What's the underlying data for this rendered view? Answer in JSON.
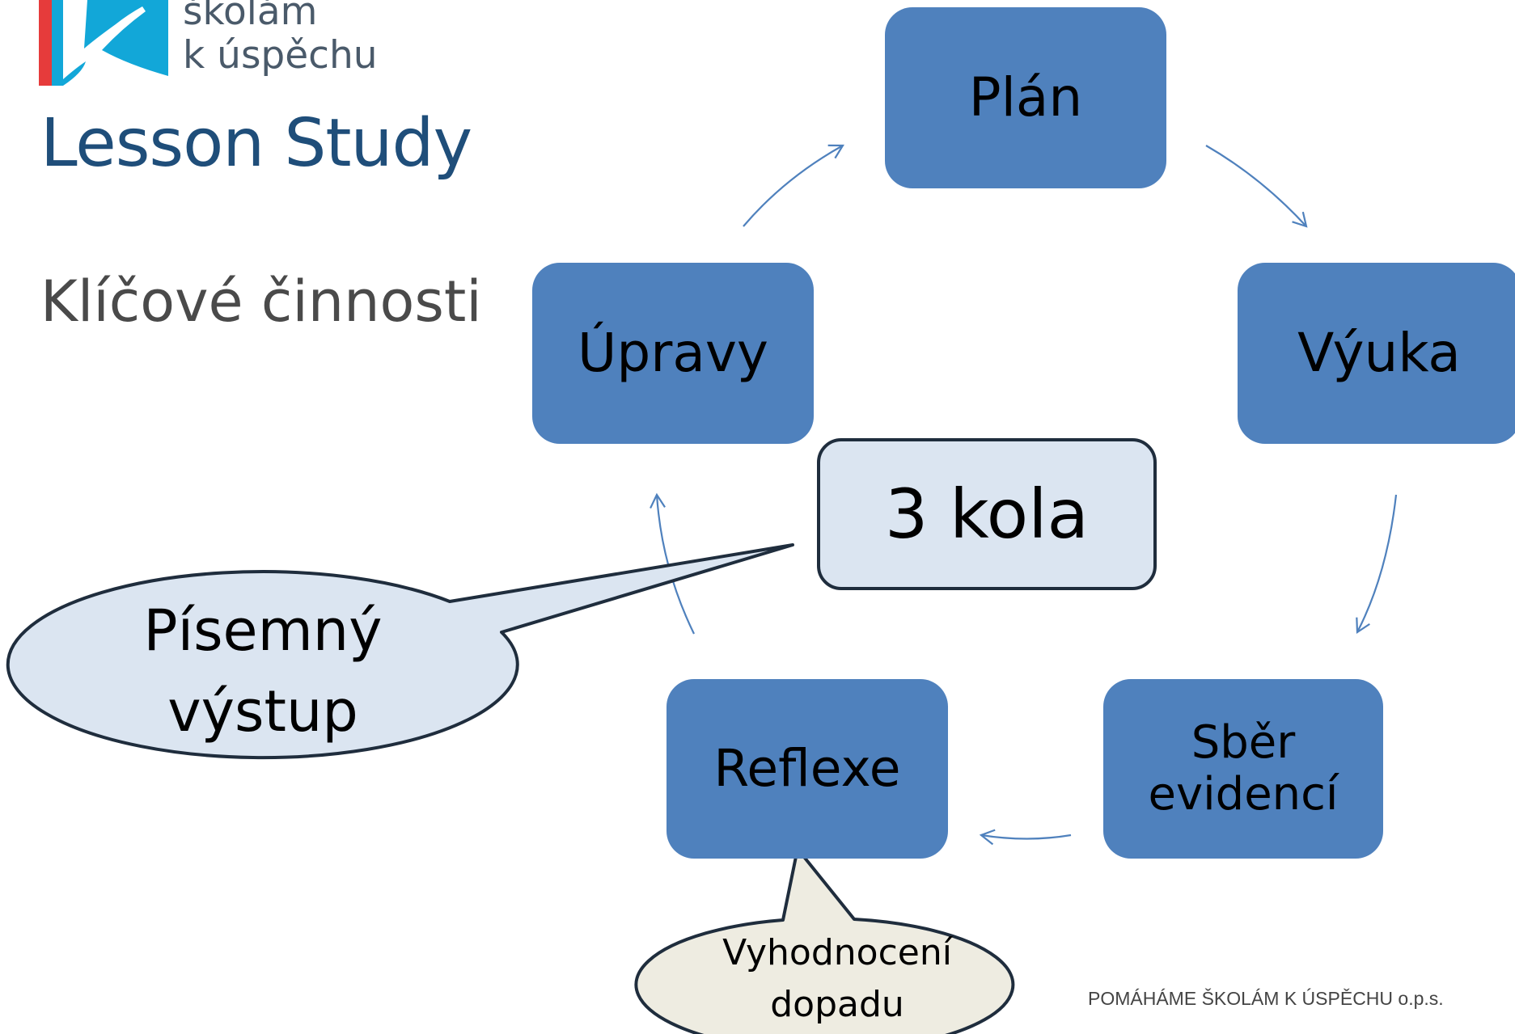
{
  "logo": {
    "line1": "školám",
    "line2": "k úspěchu"
  },
  "title": "Lesson Study",
  "subtitle": "Klíčové činnosti",
  "cycle": {
    "plan": "Plán",
    "vyuka": "Výuka",
    "sber_line1": "Sběr",
    "sber_line2": "evidencí",
    "reflexe": "Reflexe",
    "upravy": "Úpravy"
  },
  "center": "3 kola",
  "callouts": {
    "written_line1": "Písemný",
    "written_line2": "výstup",
    "impact_line1": "Vyhodnocení",
    "impact_line2": "dopadu"
  },
  "footer": "POMÁHÁME ŠKOLÁM K ÚSPĚCHU o.p.s.",
  "colors": {
    "box_fill": "#4f81bd",
    "center_fill": "#dbe5f1",
    "callout_blue": "#dbe5f1",
    "callout_beige": "#eeece1",
    "title": "#1f4e7a"
  }
}
